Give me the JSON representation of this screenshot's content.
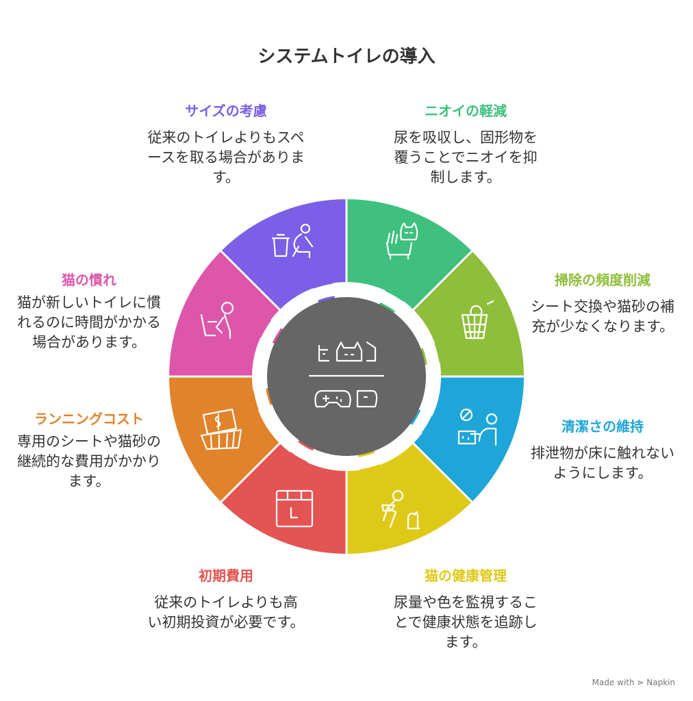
{
  "title": "システムトイレの導入",
  "segments": [
    {
      "label": "ニオイの軽減",
      "desc": "尿を吸収し、固形物を覆うことでニオイを抑制します。",
      "color": "#3fc07e",
      "icon": "cat-litter-icon"
    },
    {
      "label": "掃除の頻度削減",
      "desc": "シート交換や猫砂の補充が少なくなります。",
      "color": "#8fbe3b",
      "icon": "trash-basket-icon"
    },
    {
      "label": "清潔さの維持",
      "desc": "排泄物が床に触れないようにします。",
      "color": "#1fa6d8",
      "icon": "person-cleaning-icon"
    },
    {
      "label": "猫の健康管理",
      "desc": "尿量や色を監視することで健康状態を追跡します。",
      "color": "#dfc918",
      "icon": "person-cat-icon"
    },
    {
      "label": "初期費用",
      "desc": "従来のトイレよりも高い初期投資が必要です。",
      "color": "#e35453",
      "icon": "box-icon"
    },
    {
      "label": "ランニングコスト",
      "desc": "専用のシートや猫砂の継続的な費用がかかります。",
      "color": "#e0832b",
      "icon": "money-basket-icon"
    },
    {
      "label": "猫の慣れ",
      "desc": "猫が新しいトイレに慣れるのに時間がかかる場合があります。",
      "color": "#dd56aa",
      "icon": "person-litter-icon"
    },
    {
      "label": "サイズの考慮",
      "desc": "従来のトイレよりもスペースを取る場合があります。",
      "color": "#7b5fe6",
      "icon": "bin-figure-icon"
    }
  ],
  "center_icon": "cats-over-controllers-icon",
  "credit": "Made with ⋗ Napkin"
}
